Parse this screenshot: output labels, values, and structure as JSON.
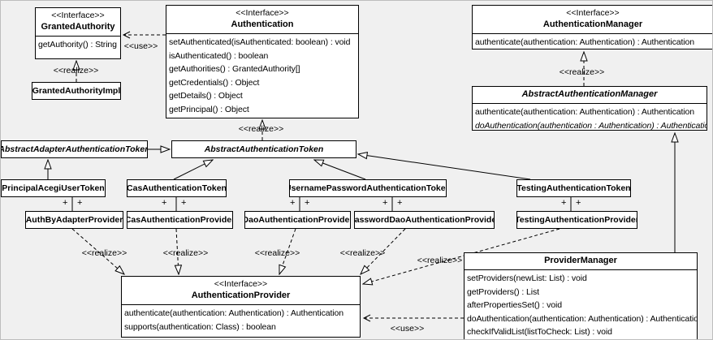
{
  "labels": {
    "use": "<<use>>",
    "realize": "<<realize>>",
    "plus": "+"
  },
  "classes": {
    "granted_authority": {
      "stereotype": "<<Interface>>",
      "name": "GrantedAuthority",
      "methods": [
        "getAuthority() : String"
      ]
    },
    "authentication": {
      "stereotype": "<<Interface>>",
      "name": "Authentication",
      "methods": [
        "setAuthenticated(isAuthenticated: boolean) : void",
        "isAuthenticated() : boolean",
        "getAuthorities() : GrantedAuthority[]",
        "getCredentials() : Object",
        "getDetails() : Object",
        "getPrincipal() : Object"
      ]
    },
    "authentication_manager": {
      "stereotype": "<<Interface>>",
      "name": "AuthenticationManager",
      "methods": [
        "authenticate(authentication: Authentication) : Authentication"
      ]
    },
    "granted_authority_impl": {
      "name": "GrantedAuthorityImpl"
    },
    "abstract_authentication_manager": {
      "name": "AbstractAuthenticationManager",
      "methods": [
        "authenticate(authentication: Authentication) : Authentication",
        "doAuthentication(authentication : Authentication) : Authentication"
      ]
    },
    "abstract_adapter_authentication_token": {
      "name": "AbstractAdapterAuthenticationToken"
    },
    "abstract_authentication_token": {
      "name": "AbstractAuthenticationToken"
    },
    "principal_acegi_user_token": {
      "name": "PrincipalAcegiUserToken"
    },
    "cas_authentication_token": {
      "name": "CasAuthenticationToken"
    },
    "username_password_authentication_token": {
      "name": "UsernamePasswordAuthenticationToken"
    },
    "testing_authentication_token": {
      "name": "TestingAuthenticationToken"
    },
    "auth_by_adapter_provider": {
      "name": "AuthByAdapterProvider"
    },
    "cas_authentication_provider": {
      "name": "CasAuthenticationProvider"
    },
    "dao_authentication_provider": {
      "name": "DaoAuthenticationProvider"
    },
    "password_dao_authentication_provider": {
      "name": "PasswordDaoAuthenticationProvider"
    },
    "testing_authentication_provider": {
      "name": "TestingAuthenticationProvider"
    },
    "authentication_provider": {
      "stereotype": "<<Interface>>",
      "name": "AuthenticationProvider",
      "methods": [
        "authenticate(authentication: Authentication) : Authentication",
        "supports(authentication: Class) : boolean"
      ]
    },
    "provider_manager": {
      "name": "ProviderManager",
      "methods": [
        "setProviders(newList: List) : void",
        "getProviders() : List",
        "afterPropertiesSet() : void",
        "doAuthentication(authentication: Authentication) : Authentication",
        "checkIfValidList(listToCheck: List) : void"
      ]
    }
  }
}
